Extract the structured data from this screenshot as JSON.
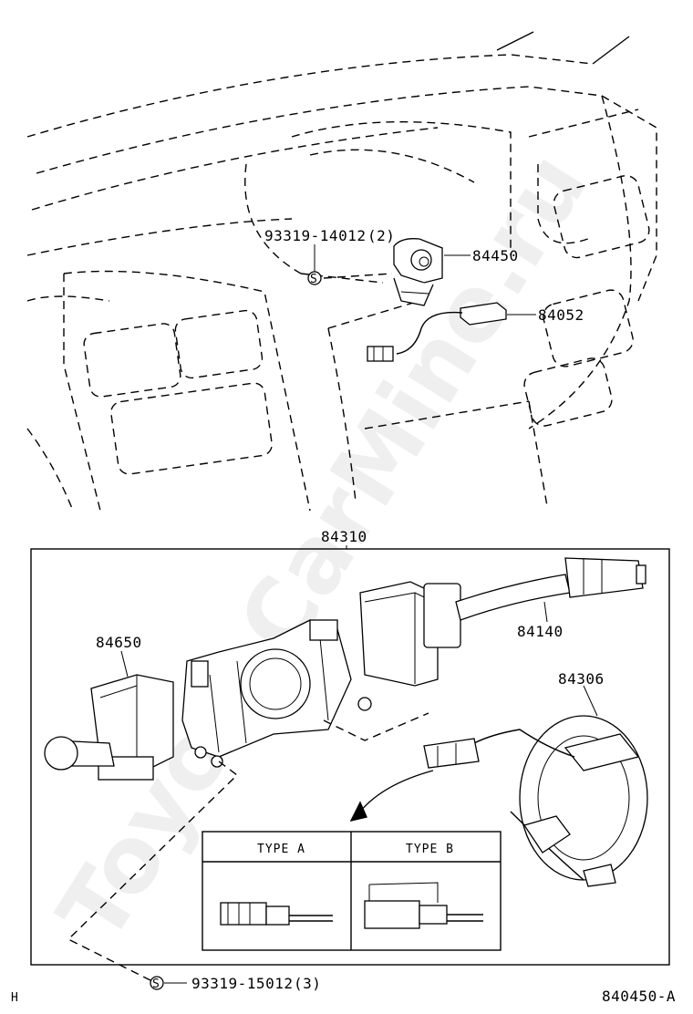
{
  "parts": {
    "screw_top": {
      "number": "93319-14012",
      "qty": "(2)",
      "symbol": "S"
    },
    "ignition_switch": "84450",
    "harness": "84052",
    "combination_switch_assy": "84310",
    "wiper_switch": "84140",
    "spiral_cable": "84306",
    "light_switch": "84650",
    "screw_bottom": {
      "number": "93319-15012",
      "qty": "(3)",
      "symbol": "S"
    }
  },
  "inset": {
    "type_a": "TYPE A",
    "type_b": "TYPE B"
  },
  "footer": {
    "left_code": "H",
    "diagram_code": "840450-A"
  },
  "watermark": "ToyotaCarMine.ru"
}
